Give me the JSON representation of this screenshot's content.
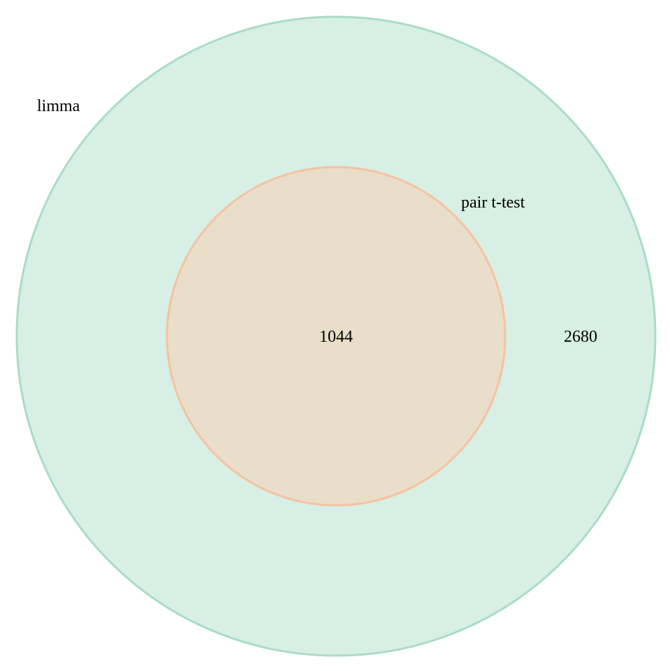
{
  "diagram": {
    "type": "venn",
    "sets": [
      {
        "name": "limma",
        "fill_color": "#d7efe4",
        "stroke_color": "#a9dcc6"
      },
      {
        "name": "pair t-test",
        "fill_color": "#e8dec9",
        "stroke_color": "#f6c2a1"
      }
    ],
    "regions": [
      {
        "sets": [
          "limma"
        ],
        "count": "2680"
      },
      {
        "sets": [
          "limma",
          "pair t-test"
        ],
        "count": "1044"
      }
    ]
  }
}
